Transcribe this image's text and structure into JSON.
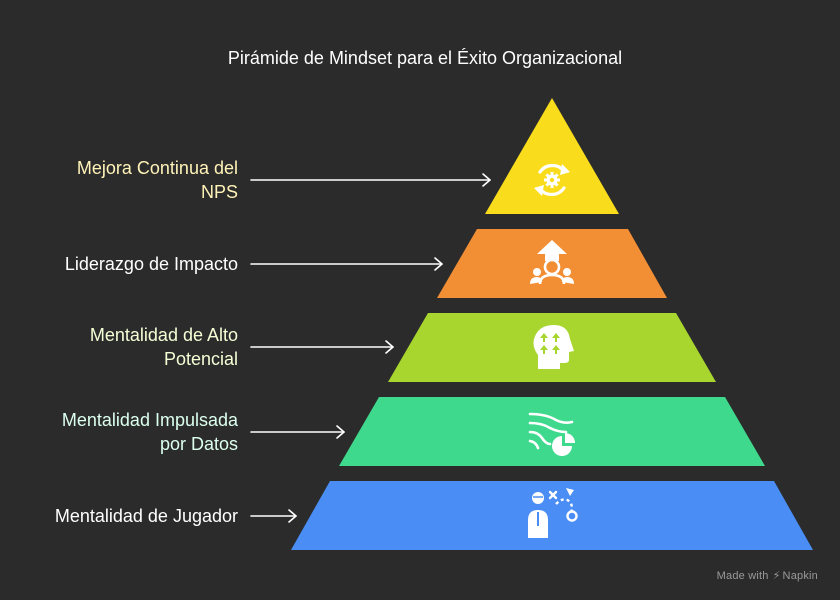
{
  "title": "Pirámide de Mindset para el Éxito Organizacional",
  "levels": [
    {
      "label_lines": [
        "Mejora Continua del",
        "NPS"
      ],
      "color": "#f9dd1c",
      "label_color": "#fff3b8",
      "icon": "cycle-gear-icon"
    },
    {
      "label_lines": [
        "Liderazgo de Impacto"
      ],
      "color": "#f28f35",
      "label_color": "#ffffff",
      "icon": "leader-arrow-icon"
    },
    {
      "label_lines": [
        "Mentalidad de Alto",
        "Potencial"
      ],
      "color": "#a8d62f",
      "label_color": "#f4ffd6",
      "icon": "head-growth-icon"
    },
    {
      "label_lines": [
        "Mentalidad Impulsada",
        "por Datos"
      ],
      "color": "#3fd98e",
      "label_color": "#dcffee",
      "icon": "data-flow-chart-icon"
    },
    {
      "label_lines": [
        "Mentalidad de Jugador"
      ],
      "color": "#4a8ef5",
      "label_color": "#ffffff",
      "icon": "player-strategy-icon"
    }
  ],
  "watermark": {
    "prefix": "Made with",
    "brand": "Napkin"
  }
}
